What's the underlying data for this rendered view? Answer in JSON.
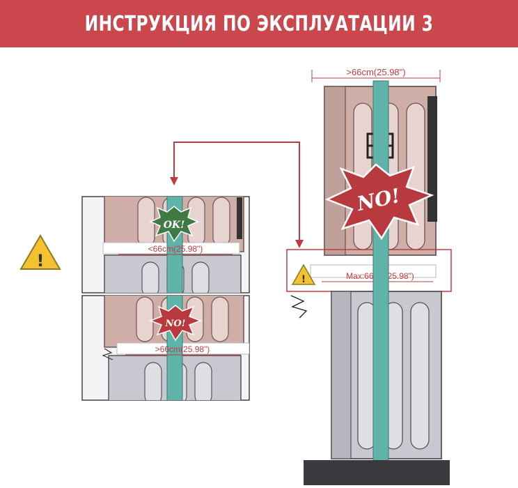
{
  "header": {
    "title": "ИНСТРУКЦИЯ ПО ЭКСПЛУАТАЦИИ 3"
  },
  "labels": {
    "ok_burst": "OK!",
    "no_burst_small": "NO!",
    "no_burst_large": "NO!",
    "dim_ok": "<66cm(25.98\")",
    "dim_no_small": ">66cm(25.98\")",
    "dim_top_large": ">66cm(25.98\")",
    "dim_max_large": "Max:66cm(25.98\")",
    "warning_glyph": "!"
  },
  "colors": {
    "banner": "#c9474d",
    "dryer": "#c9a6a0",
    "washer": "#c4c4cc",
    "strap": "#5fb3a8",
    "accent_red": "#c23a3f",
    "burst_green": "#3f7a45",
    "burst_red": "#b93a3e",
    "warning_yellow": "#f2c230"
  },
  "icons": {
    "warning": "warning-triangle-icon",
    "arrow": "arrow-down-icon"
  }
}
